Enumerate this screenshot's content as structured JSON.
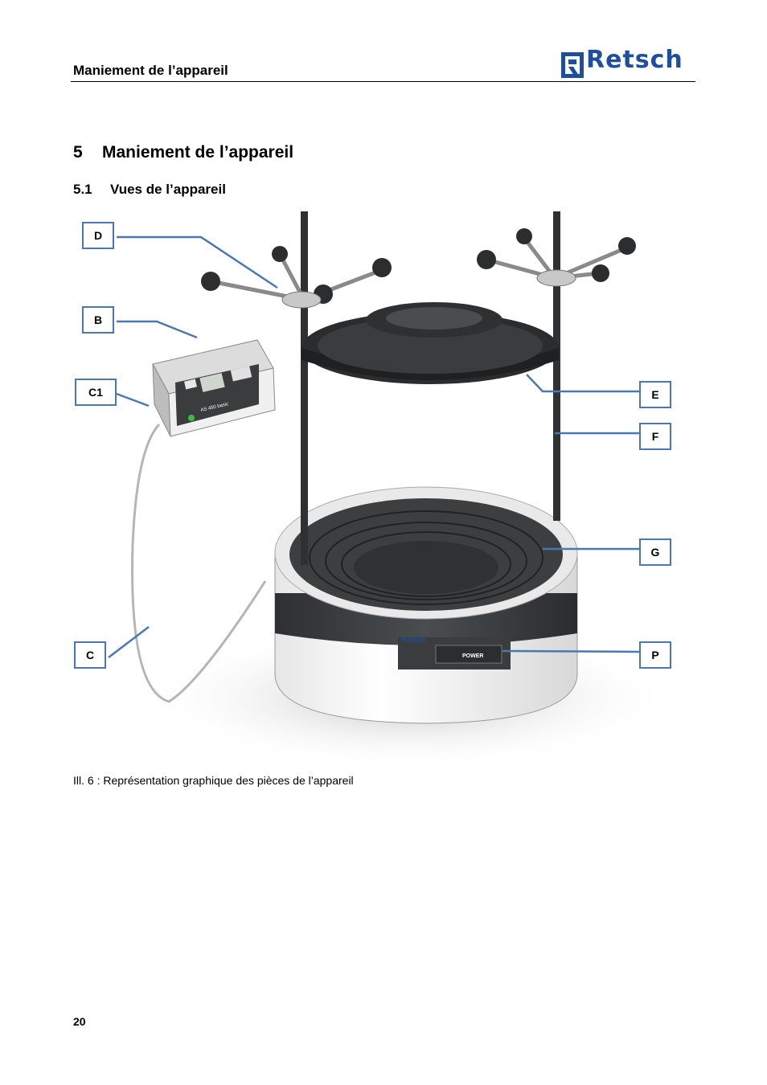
{
  "header": {
    "title": "Maniement de l’appareil",
    "logo_text": "Retsch"
  },
  "section": {
    "number": "5",
    "title": "Maniement de l’appareil"
  },
  "subsection": {
    "number": "5.1",
    "title": "Vues de l’appareil"
  },
  "figure": {
    "labels": {
      "d": "D",
      "b": "B",
      "c1": "C1",
      "c": "C",
      "e": "E",
      "f": "F",
      "g": "G",
      "p": "P"
    },
    "control_unit_label": "AS 450 basic",
    "base_label": "Retsch",
    "power_label": "POWER",
    "accent_color": "#4a78b5"
  },
  "caption": "Ill. 6 : Représentation graphique des pièces de l’appareil",
  "page_number": "20"
}
